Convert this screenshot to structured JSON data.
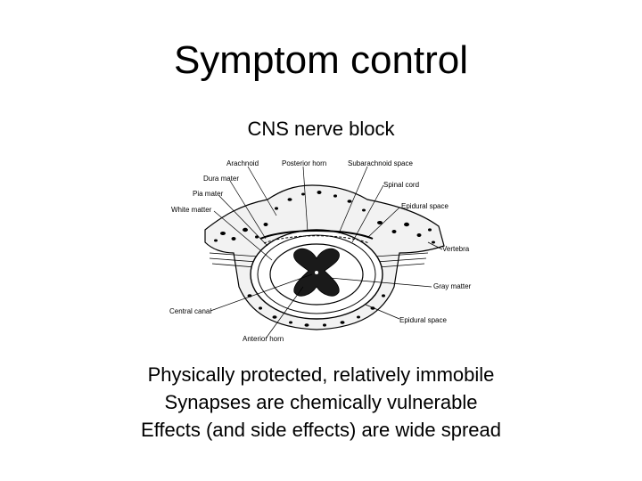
{
  "slide": {
    "title": "Symptom control",
    "subtitle": "CNS nerve block",
    "bullets": [
      "Physically protected, relatively immobile",
      "Synapses are chemically vulnerable",
      "Effects (and side effects) are wide spread"
    ]
  },
  "diagram": {
    "labels": {
      "arachnoid": "Arachnoid",
      "posterior_horn": "Posterior horn",
      "subarachnoid_space": "Subarachnoid space",
      "dura_mater": "Dura mater",
      "spinal_cord": "Spinal cord",
      "pia_mater": "Pia mater",
      "epidural_space_top": "Epidural space",
      "white_matter": "White matter",
      "vertebra": "Vertebra",
      "gray_matter": "Gray matter",
      "central_canal": "Central canal",
      "epidural_space_bottom": "Epidural space",
      "anterior_horn": "Anterior horn"
    }
  }
}
